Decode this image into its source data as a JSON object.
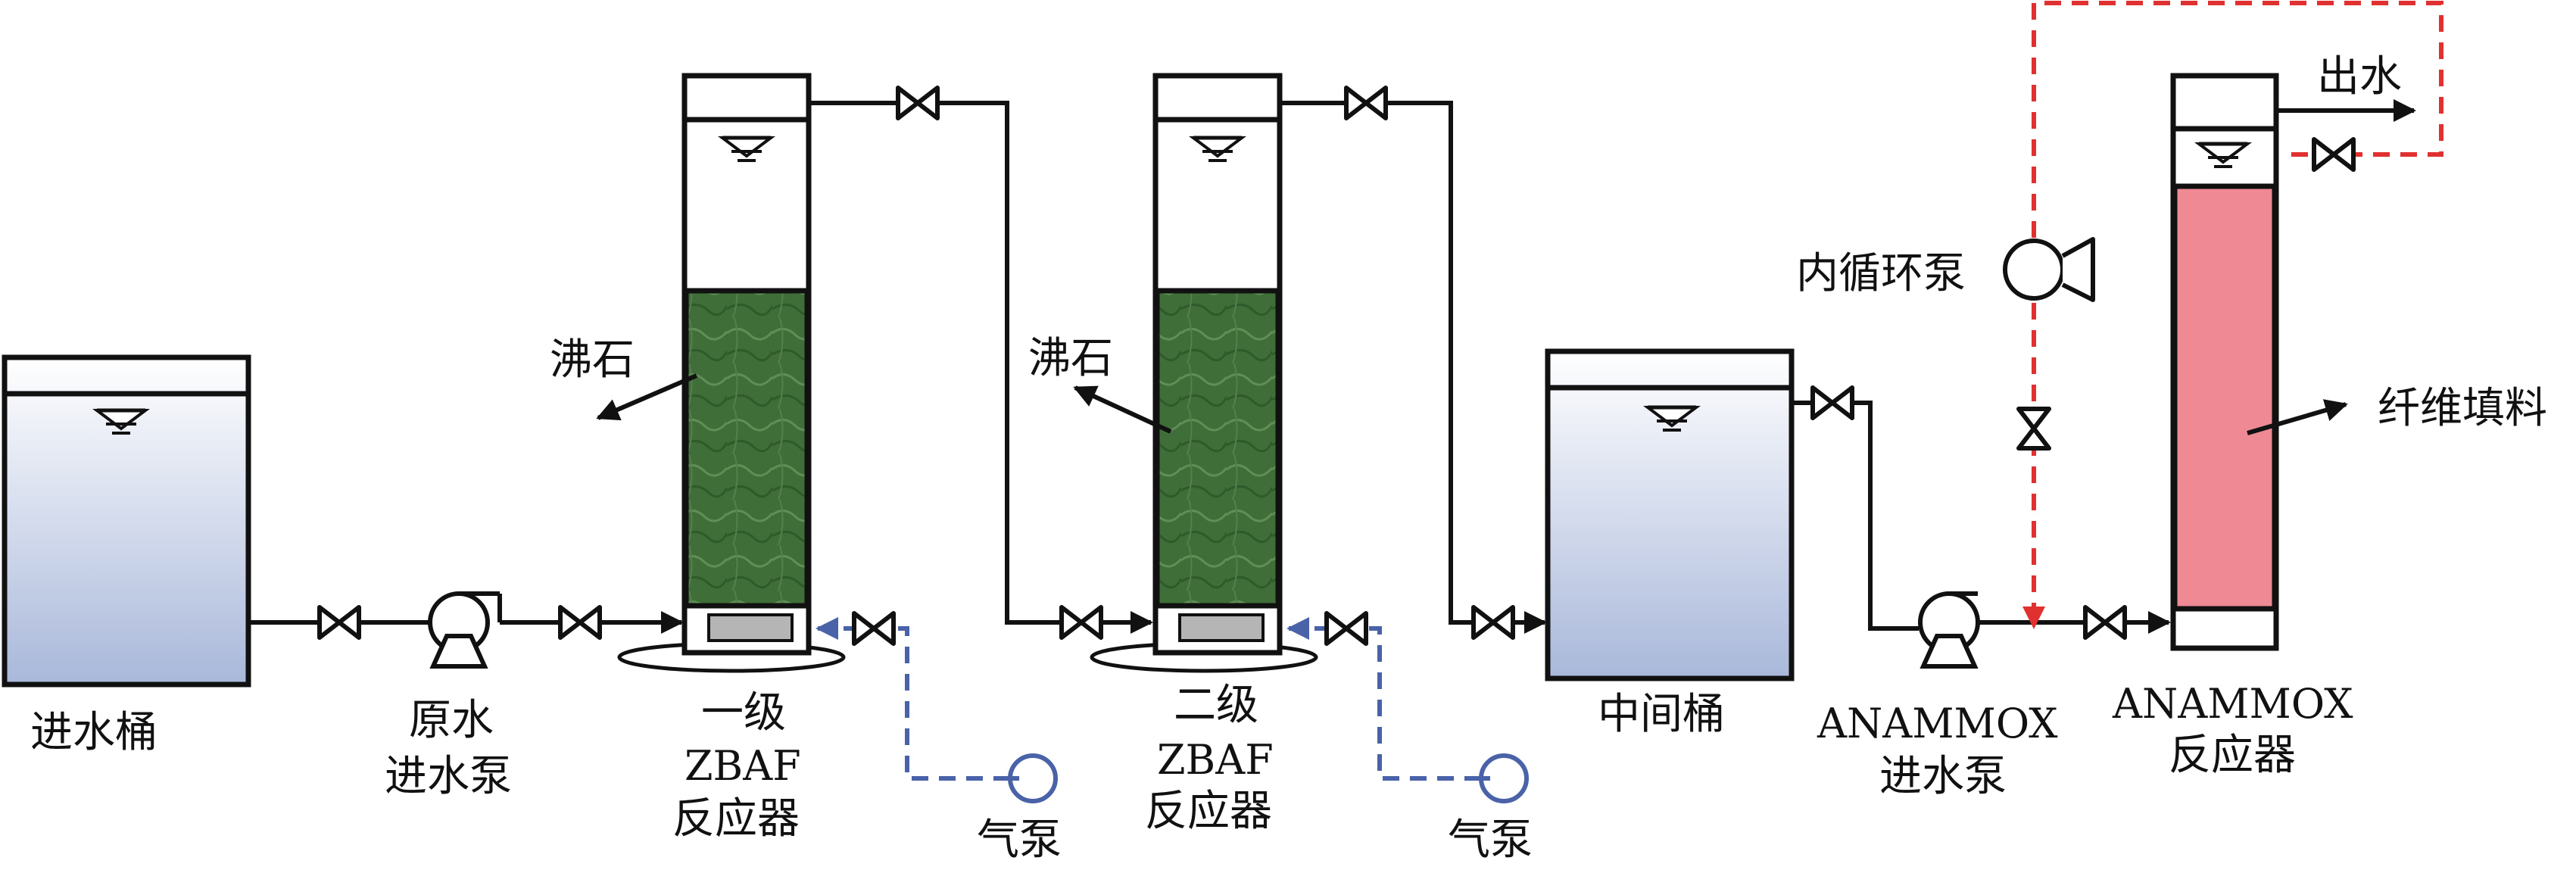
{
  "labels": {
    "inlet_tank": "进水桶",
    "raw_pump_line1": "原水",
    "raw_pump_line2": "进水泵",
    "zbaf1_line1": "一级",
    "zbaf1_line2": "ZBAF",
    "zbaf1_line3": "反应器",
    "zeolite1": "沸石",
    "air_pump1": "气泵",
    "zbaf2_line1": "二级",
    "zbaf2_line2": "ZBAF",
    "zbaf2_line3": "反应器",
    "zeolite2": "沸石",
    "air_pump2": "气泵",
    "mid_tank": "中间桶",
    "anammox_pump_line1": "ANAMMOX",
    "anammox_pump_line2": "进水泵",
    "anammox_reactor_line1": "ANAMMOX",
    "anammox_reactor_line2": "反应器",
    "recirc_pump": "内循环泵",
    "fiber_packing": "纤维填料",
    "effluent": "出水"
  },
  "colors": {
    "water_top": "#ffffff",
    "water_bottom": "#a9b8da",
    "zeolite": "#3f6e38",
    "fiber": "#ef8a94",
    "air_line": "#4a62a8",
    "recirc_line": "#e03030"
  }
}
